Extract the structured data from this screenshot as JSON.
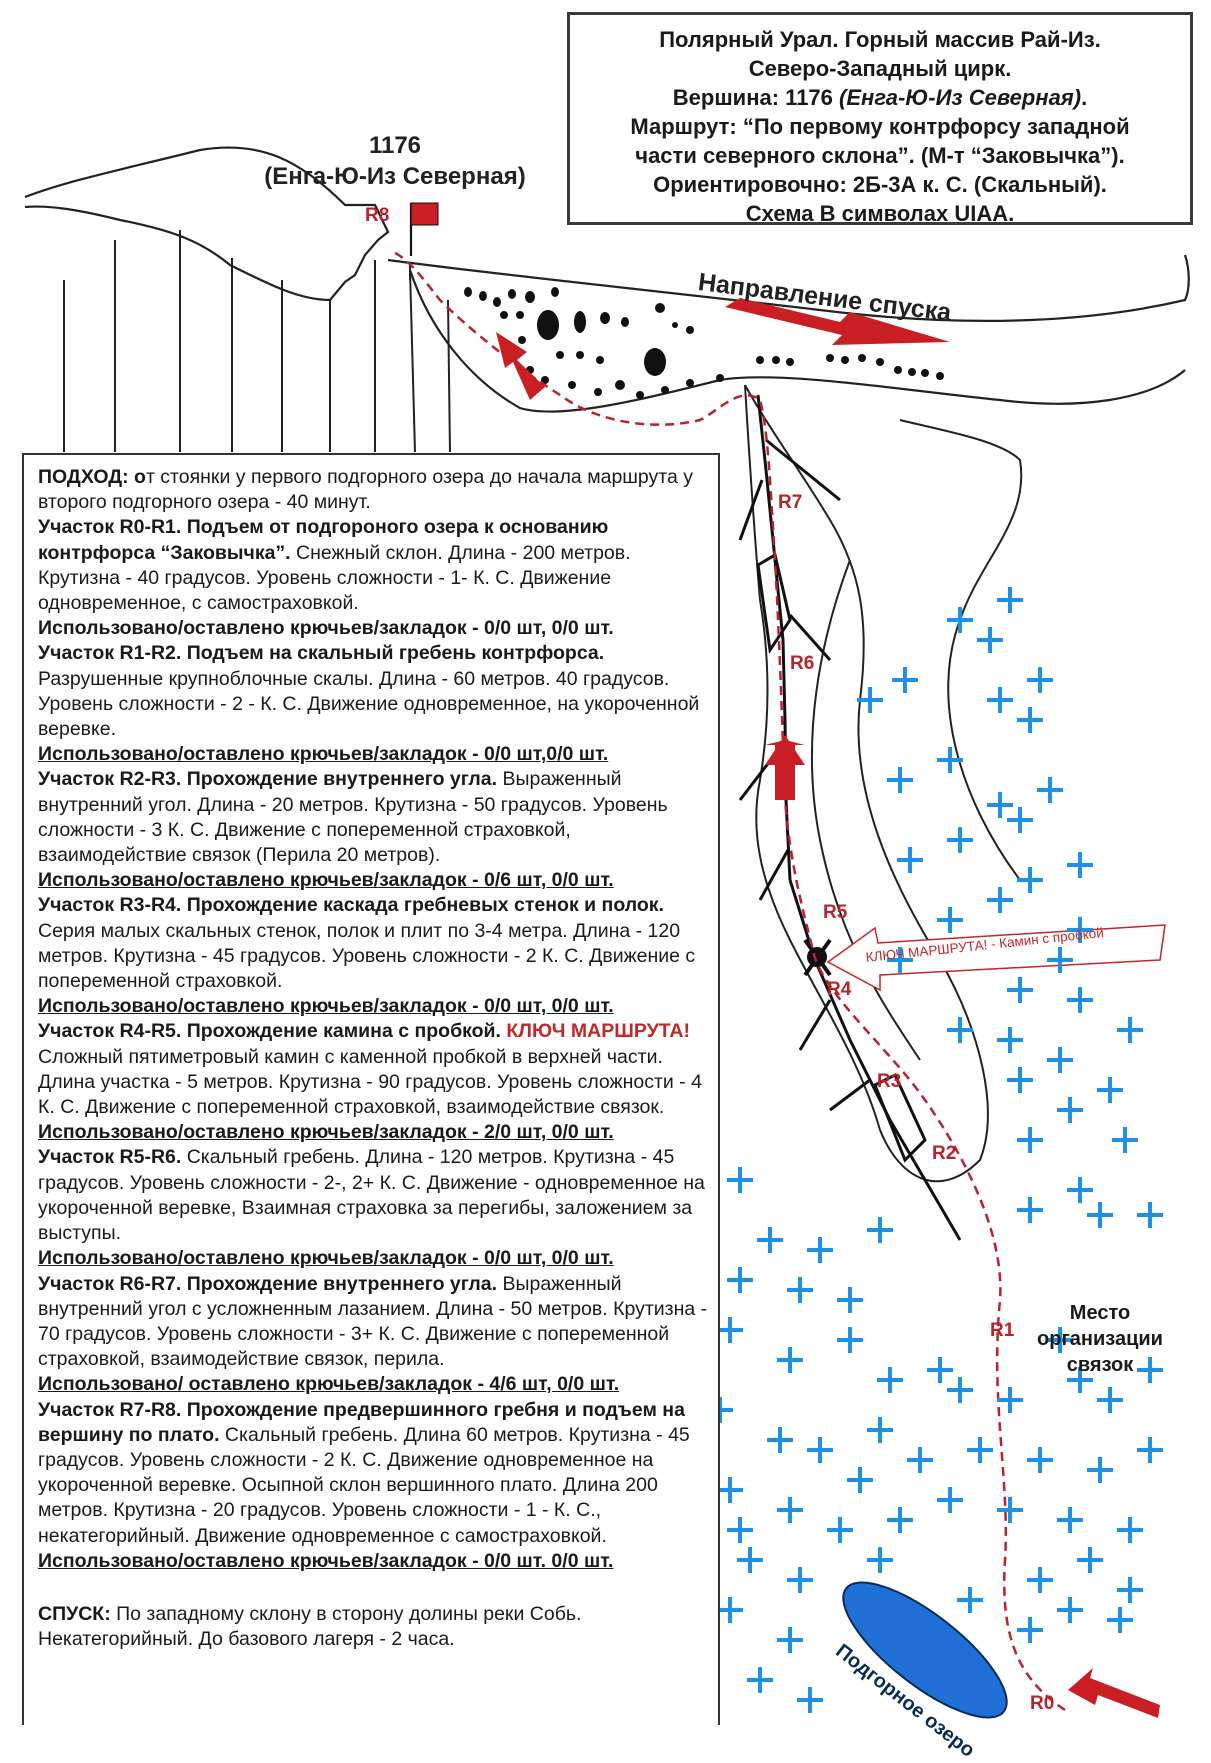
{
  "header": {
    "lines": [
      "Полярный Урал. Горный массив Рай-Из.",
      "Северо-Западный цирк.",
      "Вершина: 1176",
      "(Енга-Ю-Из Северная)",
      "Маршрут: “По первому контрфорсу западной",
      "части северного склона”. (М-т “Заковычка”).",
      "Ориентировочно: 2Б-3А к. С. (Скальный).",
      "Схема В символах UIAA."
    ]
  },
  "summit": {
    "height": "1176",
    "name": "(Енга-Ю-Из Северная)"
  },
  "descent_direction_label": "Направление спуска",
  "key_label": "КЛЮЧ МАРШРУТА! - Камин с пробкой",
  "place_label": [
    "Место",
    "организации",
    "связок"
  ],
  "lake_label": "Подгорное озеро",
  "route_points": [
    "R0",
    "R1",
    "R2",
    "R3",
    "R4",
    "R5",
    "R6",
    "R7",
    "R8"
  ],
  "colors": {
    "route": "#b8232a",
    "arrow": "#c81e24",
    "snow": "#1e90e6",
    "lake": "#1f6fd6",
    "box_border": "#3a3a3a"
  },
  "description": {
    "approach_label": "ПОДХОД: о",
    "approach_text": "т стоянки у  первого подгорного озера до начала маршрута у второго подгорного озера - 40 минут.",
    "sections": [
      {
        "title": "Участок R0-R1. Подъем от подгороного озера к основанию контрфорса “Заковычка”.",
        "text": " Снежный склон. Длина - 200 метров. Крутизна - 40 градусов. Уровень сложности - 1- К. С. Движение одновременное, с самостраховкой.",
        "gear": "Использовано/оставлено крючьев/закладок - 0/0 шт, 0/0 шт.",
        "gear_underline": false
      },
      {
        "title": "Участок R1-R2. Подъем на скальный гребень контрфорса.",
        "text": " Разрушенные крупноблочные скалы. Длина - 60 метров. 40 градусов. Уровень сложности - 2 - К. С. Движение одновременное, на укороченной веревке.",
        "gear": "Использовано/оставлено крючьев/закладок - 0/0 шт,0/0 шт.",
        "gear_underline": true
      },
      {
        "title": "Участок R2-R3. Прохождение внутреннего угла.",
        "text": " Выраженный внутренний угол. Длина - 20 метров. Крутизна - 50 градусов. Уровень сложности - 3 К. С. Движение с попеременной страховкой, взаимодействие связок (Перила 20 метров).",
        "gear": "Использовано/оставлено крючьев/закладок - 0/6 шт, 0/0 шт.",
        "gear_underline": true
      },
      {
        "title": "Участок R3-R4. Прохождение каскада гребневых стенок и полок.",
        "text": " Серия малых скальных стенок, полок и плит по 3-4 метра. Длина - 120 метров. Крутизна - 45 градусов. Уровень сложности - 2 К. С. Движение с попеременной страховкой.",
        "gear": "Использовано/оставлено крючьев/закладок - 0/0 шт, 0/0 шт.",
        "gear_underline": true
      },
      {
        "title": "Участок R4-R5. Прохождение камина с пробкой.",
        "key": " КЛЮЧ МАРШРУТА!",
        "text": " Сложный пятиметровый камин с каменной пробкой в верхней части. Длина участка - 5 метров. Крутизна - 90 градусов. Уровень сложности - 4 К. С. Движение с попеременной страховкой, взаимодействие связок.",
        "gear": "Использовано/оставлено крючьев/закладок - 2/0 шт, 0/0 шт.",
        "gear_underline": true
      },
      {
        "title": "Участок R5-R6.",
        "text": " Скальный гребень. Длина - 120 метров. Крутизна - 45 градусов. Уровень сложности - 2-, 2+ К. С. Движение - одновременное на укороченной веревке, Взаимная страховка за перегибы, заложением за выступы.",
        "gear": "Использовано/оставлено крючьев/закладок - 0/0 шт, 0/0 шт.",
        "gear_underline": true
      },
      {
        "title": "Участок R6-R7. Прохождение внутреннего угла.",
        "text": " Выраженный внутренний угол с усложненным лазанием. Длина - 50 метров. Крутизна - 70 градусов. Уровень сложности - 3+ К. С. Движение с попеременной страховкой, взаимодействие связок, перила.",
        "gear": "Использовано/ оставлено крючьев/закладок - 4/6 шт, 0/0 шт.",
        "gear_underline": true
      },
      {
        "title": "Участок R7-R8. Прохождение предвершинного гребня и подъем на вершину по плато.",
        "text": " Скальный гребень. Длина 60 метров. Крутизна - 45 градусов. Уровень сложности - 2 К. С. Движение одновременное на укороченной веревке. Осыпной склон вершинного плато. Длина 200 метров. Крутизна - 20 градусов. Уровень сложности - 1 - К. С., некатегорийный. Движение одновременное с самостраховкой.",
        "gear": "Использовано/оставлено крючьев/закладок - 0/0 шт. 0/0 шт.",
        "gear_underline": true
      }
    ],
    "descent_label": "СПУСК:",
    "descent_text": " По западному склону в сторону долины реки Собь. Некатегорийный. До базового лагеря - 2 часа."
  }
}
